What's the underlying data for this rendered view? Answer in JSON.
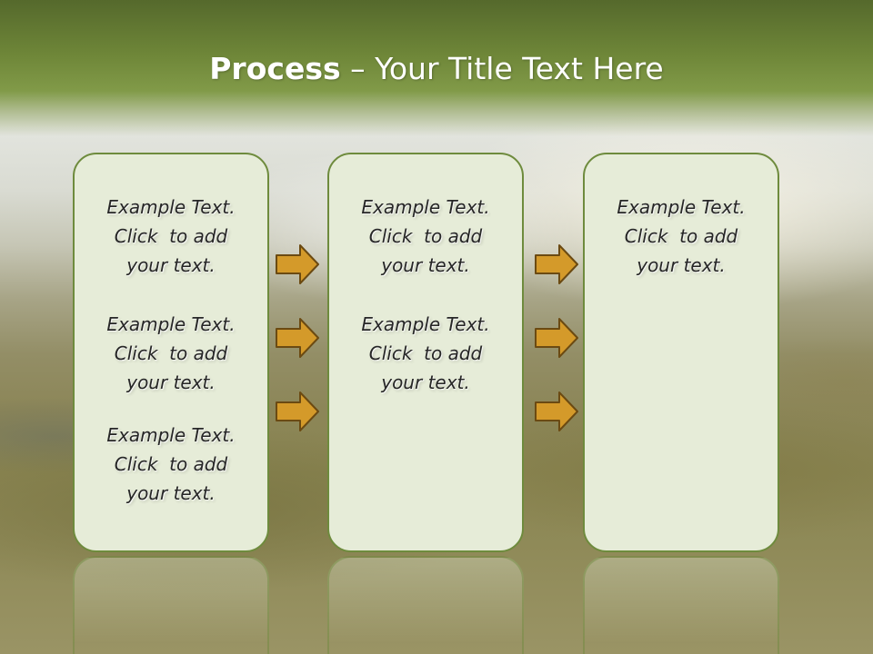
{
  "title": {
    "bold": "Process",
    "rest": " – Your Title Text Here"
  },
  "columns": [
    {
      "items": [
        {
          "line1": "Example Text.",
          "line2": "Click  to add",
          "line3": "your text."
        },
        {
          "line1": "Example Text.",
          "line2": "Click  to add",
          "line3": "your text."
        },
        {
          "line1": "Example Text.",
          "line2": "Click  to add",
          "line3": "your text."
        }
      ]
    },
    {
      "items": [
        {
          "line1": "Example Text.",
          "line2": "Click  to add",
          "line3": "your text."
        },
        {
          "line1": "Example Text.",
          "line2": "Click  to add",
          "line3": "your text."
        }
      ]
    },
    {
      "items": [
        {
          "line1": "Example Text.",
          "line2": "Click  to add",
          "line3": "your text."
        }
      ]
    }
  ],
  "colors": {
    "title_band": "#6e8638",
    "box_border": "#6e8b3d",
    "box_fill": "#e6ecd8",
    "arrow_fill": "#d49a2a",
    "arrow_stroke": "#6b4a12"
  },
  "icons": {
    "arrow": "right-arrow-icon"
  }
}
